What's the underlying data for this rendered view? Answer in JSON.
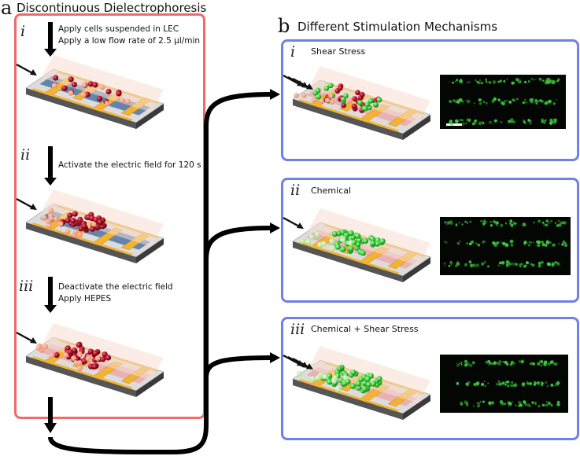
{
  "panel_a": {
    "letter": "a",
    "title": "Discontinuous Dielectrophoresis",
    "steps": [
      {
        "numeral": "i",
        "lines": [
          "Apply cells suspended in LEC",
          "Apply a low flow rate of 2.5 µl/min"
        ]
      },
      {
        "numeral": "ii",
        "lines": [
          "Activate  the electric field for 120 s"
        ]
      },
      {
        "numeral": "iii",
        "lines": [
          "Deactivate the electric field",
          "Apply HEPES"
        ]
      }
    ]
  },
  "panel_b": {
    "letter": "b",
    "title": "Different Stimulation Mechanisms",
    "mechanisms": [
      {
        "numeral": "i",
        "label": "Shear Stress"
      },
      {
        "numeral": "ii",
        "label": "Chemical"
      },
      {
        "numeral": "iii",
        "label": "Chemical + Shear Stress"
      }
    ]
  },
  "colors": {
    "panel_a_border": "#f06a6a",
    "panel_b_border": "#6f80e8",
    "electrode_gold": "#f2b233",
    "channel_blue": "#5a7faa",
    "channel_pink": "#e9aeb0",
    "cell_red": "#b0122a",
    "cell_green": "#3fd23f",
    "micrograph_bg": "#030603"
  }
}
